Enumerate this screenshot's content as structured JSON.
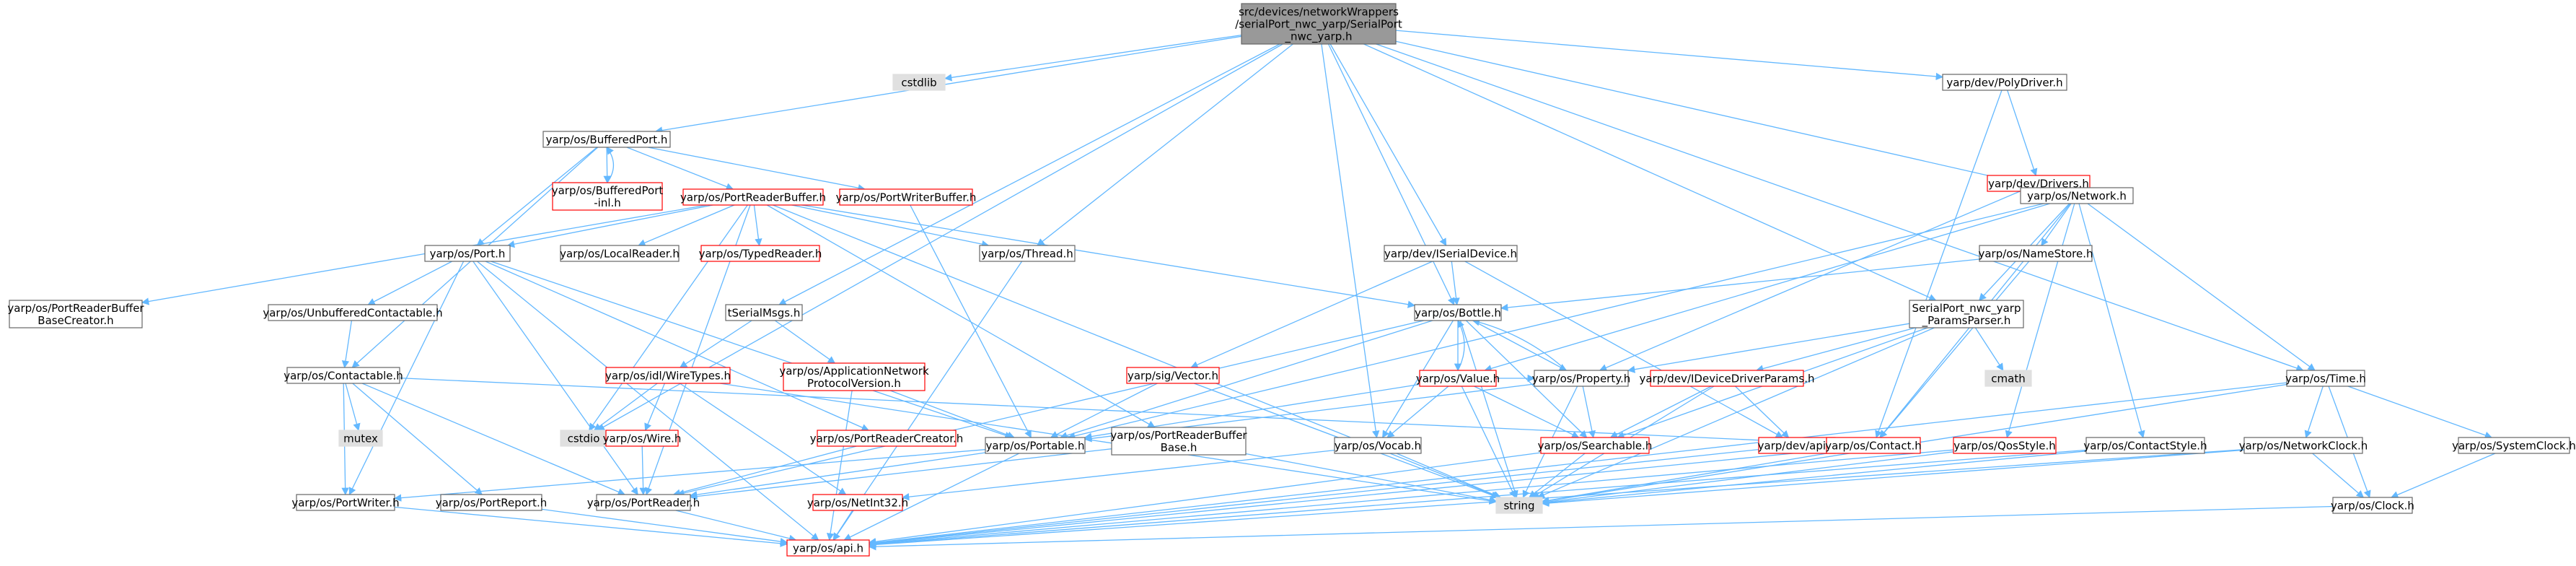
{
  "palette": {
    "edge": "#63b8ff",
    "node_border": "#666666",
    "node_fill": "#ffffff",
    "red_border": "#ff0000",
    "root_fill": "#999999",
    "grey_fill": "#e0e0e0",
    "text": "#000000"
  },
  "nodes": [
    {
      "id": "root",
      "lines": [
        "src/devices/networkWrappers",
        "/serialPort_nwc_yarp/SerialPort",
        "_nwc_yarp.h"
      ],
      "style": "root"
    },
    {
      "id": "cstdlib",
      "lines": [
        "cstdlib"
      ],
      "style": "grey"
    },
    {
      "id": "polydriver",
      "lines": [
        "yarp/dev/PolyDriver.h"
      ],
      "style": "normal"
    },
    {
      "id": "drivers",
      "lines": [
        "yarp/dev/Drivers.h"
      ],
      "style": "red"
    },
    {
      "id": "network",
      "lines": [
        "yarp/os/Network.h"
      ],
      "style": "normal"
    },
    {
      "id": "bufferedport",
      "lines": [
        "yarp/os/BufferedPort.h"
      ],
      "style": "normal"
    },
    {
      "id": "bufferedport_inl",
      "lines": [
        "yarp/os/BufferedPort",
        "-inl.h"
      ],
      "style": "red"
    },
    {
      "id": "portreaderbuffer",
      "lines": [
        "yarp/os/PortReaderBuffer.h"
      ],
      "style": "red"
    },
    {
      "id": "portwriterbuffer",
      "lines": [
        "yarp/os/PortWriterBuffer.h"
      ],
      "style": "red"
    },
    {
      "id": "port",
      "lines": [
        "yarp/os/Port.h"
      ],
      "style": "normal"
    },
    {
      "id": "localreader",
      "lines": [
        "yarp/os/LocalReader.h"
      ],
      "style": "normal"
    },
    {
      "id": "typedreader",
      "lines": [
        "yarp/os/TypedReader.h"
      ],
      "style": "red"
    },
    {
      "id": "thread",
      "lines": [
        "yarp/os/Thread.h"
      ],
      "style": "normal"
    },
    {
      "id": "iserialdevice",
      "lines": [
        "yarp/dev/ISerialDevice.h"
      ],
      "style": "normal"
    },
    {
      "id": "namestore",
      "lines": [
        "yarp/os/NameStore.h"
      ],
      "style": "normal"
    },
    {
      "id": "prbcreator",
      "lines": [
        "yarp/os/PortReaderBuffer",
        "BaseCreator.h"
      ],
      "style": "normal"
    },
    {
      "id": "unbuffered",
      "lines": [
        "yarp/os/UnbufferedContactable.h"
      ],
      "style": "normal"
    },
    {
      "id": "tserialmsgs",
      "lines": [
        "tSerialMsgs.h"
      ],
      "style": "normal"
    },
    {
      "id": "bottle",
      "lines": [
        "yarp/os/Bottle.h"
      ],
      "style": "normal"
    },
    {
      "id": "paramsparser",
      "lines": [
        "SerialPort_nwc_yarp",
        "_ParamsParser.h"
      ],
      "style": "normal"
    },
    {
      "id": "contactable",
      "lines": [
        "yarp/os/Contactable.h"
      ],
      "style": "normal"
    },
    {
      "id": "wiretypes",
      "lines": [
        "yarp/os/idl/WireTypes.h"
      ],
      "style": "red"
    },
    {
      "id": "appnetproto",
      "lines": [
        "yarp/os/ApplicationNetwork",
        "ProtocolVersion.h"
      ],
      "style": "red"
    },
    {
      "id": "vector",
      "lines": [
        "yarp/sig/Vector.h"
      ],
      "style": "red"
    },
    {
      "id": "value",
      "lines": [
        "yarp/os/Value.h"
      ],
      "style": "red"
    },
    {
      "id": "property",
      "lines": [
        "yarp/os/Property.h"
      ],
      "style": "normal"
    },
    {
      "id": "idriverparams",
      "lines": [
        "yarp/dev/IDeviceDriverParams.h"
      ],
      "style": "red"
    },
    {
      "id": "cmath",
      "lines": [
        "cmath"
      ],
      "style": "grey"
    },
    {
      "id": "time",
      "lines": [
        "yarp/os/Time.h"
      ],
      "style": "normal"
    },
    {
      "id": "mutex",
      "lines": [
        "mutex"
      ],
      "style": "grey"
    },
    {
      "id": "cstdio",
      "lines": [
        "cstdio"
      ],
      "style": "grey"
    },
    {
      "id": "wire",
      "lines": [
        "yarp/os/Wire.h"
      ],
      "style": "red"
    },
    {
      "id": "portreadercreator",
      "lines": [
        "yarp/os/PortReaderCreator.h"
      ],
      "style": "red"
    },
    {
      "id": "portable",
      "lines": [
        "yarp/os/Portable.h"
      ],
      "style": "normal"
    },
    {
      "id": "prbbase",
      "lines": [
        "yarp/os/PortReaderBuffer",
        "Base.h"
      ],
      "style": "normal"
    },
    {
      "id": "vocab",
      "lines": [
        "yarp/os/Vocab.h"
      ],
      "style": "normal"
    },
    {
      "id": "searchable",
      "lines": [
        "yarp/os/Searchable.h"
      ],
      "style": "red"
    },
    {
      "id": "devapi",
      "lines": [
        "yarp/dev/api.h"
      ],
      "style": "red"
    },
    {
      "id": "contact",
      "lines": [
        "yarp/os/Contact.h"
      ],
      "style": "red"
    },
    {
      "id": "qosstyle",
      "lines": [
        "yarp/os/QosStyle.h"
      ],
      "style": "red"
    },
    {
      "id": "contactstyle",
      "lines": [
        "yarp/os/ContactStyle.h"
      ],
      "style": "normal"
    },
    {
      "id": "networkclock",
      "lines": [
        "yarp/os/NetworkClock.h"
      ],
      "style": "normal"
    },
    {
      "id": "systemclock",
      "lines": [
        "yarp/os/SystemClock.h"
      ],
      "style": "normal"
    },
    {
      "id": "portwriter",
      "lines": [
        "yarp/os/PortWriter.h"
      ],
      "style": "normal"
    },
    {
      "id": "portreport",
      "lines": [
        "yarp/os/PortReport.h"
      ],
      "style": "normal"
    },
    {
      "id": "portreader",
      "lines": [
        "yarp/os/PortReader.h"
      ],
      "style": "normal"
    },
    {
      "id": "netint32",
      "lines": [
        "yarp/os/NetInt32.h"
      ],
      "style": "red"
    },
    {
      "id": "string",
      "lines": [
        "string"
      ],
      "style": "grey"
    },
    {
      "id": "clock",
      "lines": [
        "yarp/os/Clock.h"
      ],
      "style": "normal"
    },
    {
      "id": "osapi",
      "lines": [
        "yarp/os/api.h"
      ],
      "style": "red"
    }
  ],
  "edges": [
    [
      "root",
      "cstdlib"
    ],
    [
      "root",
      "polydriver"
    ],
    [
      "root",
      "network"
    ],
    [
      "root",
      "bufferedport"
    ],
    [
      "root",
      "thread"
    ],
    [
      "root",
      "iserialdevice"
    ],
    [
      "root",
      "tserialmsgs"
    ],
    [
      "root",
      "bottle"
    ],
    [
      "root",
      "paramsparser"
    ],
    [
      "root",
      "time"
    ],
    [
      "root",
      "cstdio"
    ],
    [
      "root",
      "vocab"
    ],
    [
      "polydriver",
      "drivers"
    ],
    [
      "polydriver",
      "contact"
    ],
    [
      "drivers",
      "network"
    ],
    [
      "drivers",
      "property"
    ],
    [
      "bufferedport",
      "bufferedport_inl"
    ],
    [
      "bufferedport_inl",
      "bufferedport"
    ],
    [
      "bufferedport",
      "portreaderbuffer"
    ],
    [
      "bufferedport",
      "portwriterbuffer"
    ],
    [
      "bufferedport",
      "port"
    ],
    [
      "bufferedport",
      "contactable"
    ],
    [
      "portreaderbuffer",
      "prbcreator"
    ],
    [
      "portreaderbuffer",
      "port"
    ],
    [
      "portreaderbuffer",
      "localreader"
    ],
    [
      "portreaderbuffer",
      "typedreader"
    ],
    [
      "portreaderbuffer",
      "thread"
    ],
    [
      "portreaderbuffer",
      "bottle"
    ],
    [
      "portreaderbuffer",
      "prbbase"
    ],
    [
      "portreaderbuffer",
      "portreader"
    ],
    [
      "portreaderbuffer",
      "cstdio"
    ],
    [
      "portreaderbuffer",
      "string"
    ],
    [
      "portwriterbuffer",
      "portable"
    ],
    [
      "port",
      "unbuffered"
    ],
    [
      "port",
      "portwriter"
    ],
    [
      "port",
      "portreader"
    ],
    [
      "port",
      "portable"
    ],
    [
      "port",
      "portreadercreator"
    ],
    [
      "port",
      "osapi"
    ],
    [
      "unbuffered",
      "contactable"
    ],
    [
      "contactable",
      "mutex"
    ],
    [
      "contactable",
      "contact"
    ],
    [
      "contactable",
      "portwriter"
    ],
    [
      "contactable",
      "portreport"
    ],
    [
      "contactable",
      "portreader"
    ],
    [
      "thread",
      "osapi"
    ],
    [
      "iserialdevice",
      "bottle"
    ],
    [
      "iserialdevice",
      "vector"
    ],
    [
      "iserialdevice",
      "devapi"
    ],
    [
      "tserialmsgs",
      "wiretypes"
    ],
    [
      "tserialmsgs",
      "appnetproto"
    ],
    [
      "wiretypes",
      "cstdio"
    ],
    [
      "wiretypes",
      "wire"
    ],
    [
      "wiretypes",
      "netint32"
    ],
    [
      "wiretypes",
      "string"
    ],
    [
      "appnetproto",
      "portable"
    ],
    [
      "appnetproto",
      "osapi"
    ],
    [
      "vector",
      "portable"
    ],
    [
      "vector",
      "string"
    ],
    [
      "network",
      "namestore"
    ],
    [
      "network",
      "paramsparser"
    ],
    [
      "network",
      "time"
    ],
    [
      "network",
      "portable"
    ],
    [
      "network",
      "contact"
    ],
    [
      "network",
      "qosstyle"
    ],
    [
      "network",
      "contactstyle"
    ],
    [
      "network",
      "value"
    ],
    [
      "namestore",
      "bottle"
    ],
    [
      "namestore",
      "contact"
    ],
    [
      "paramsparser",
      "idriverparams"
    ],
    [
      "paramsparser",
      "cmath"
    ],
    [
      "paramsparser",
      "property"
    ],
    [
      "paramsparser",
      "searchable"
    ],
    [
      "paramsparser",
      "string"
    ],
    [
      "bottle",
      "value"
    ],
    [
      "bottle",
      "property"
    ],
    [
      "bottle",
      "searchable"
    ],
    [
      "bottle",
      "portable"
    ],
    [
      "bottle",
      "vocab"
    ],
    [
      "bottle",
      "string"
    ],
    [
      "bottle",
      "portreader"
    ],
    [
      "value",
      "bottle"
    ],
    [
      "value",
      "property"
    ],
    [
      "value",
      "searchable"
    ],
    [
      "value",
      "portable"
    ],
    [
      "value",
      "vocab"
    ],
    [
      "value",
      "string"
    ],
    [
      "property",
      "bottle"
    ],
    [
      "property",
      "searchable"
    ],
    [
      "property",
      "portable"
    ],
    [
      "property",
      "string"
    ],
    [
      "idriverparams",
      "searchable"
    ],
    [
      "idriverparams",
      "devapi"
    ],
    [
      "idriverparams",
      "string"
    ],
    [
      "portable",
      "portwriter"
    ],
    [
      "portable",
      "portreader"
    ],
    [
      "portable",
      "osapi"
    ],
    [
      "prbbase",
      "portreader"
    ],
    [
      "prbbase",
      "string"
    ],
    [
      "vocab",
      "netint32"
    ],
    [
      "vocab",
      "string"
    ],
    [
      "searchable",
      "string"
    ],
    [
      "searchable",
      "osapi"
    ],
    [
      "devapi",
      "osapi"
    ],
    [
      "contact",
      "string"
    ],
    [
      "contact",
      "osapi"
    ],
    [
      "qosstyle",
      "string"
    ],
    [
      "qosstyle",
      "osapi"
    ],
    [
      "contactstyle",
      "string"
    ],
    [
      "contactstyle",
      "osapi"
    ],
    [
      "time",
      "networkclock"
    ],
    [
      "time",
      "systemclock"
    ],
    [
      "time",
      "clock"
    ],
    [
      "time",
      "string"
    ],
    [
      "time",
      "osapi"
    ],
    [
      "networkclock",
      "clock"
    ],
    [
      "networkclock",
      "string"
    ],
    [
      "networkclock",
      "osapi"
    ],
    [
      "systemclock",
      "clock"
    ],
    [
      "clock",
      "osapi"
    ],
    [
      "portwriter",
      "osapi"
    ],
    [
      "portreport",
      "osapi"
    ],
    [
      "portreader",
      "osapi"
    ],
    [
      "netint32",
      "osapi"
    ],
    [
      "wire",
      "portreader"
    ],
    [
      "portreadercreator",
      "portreader"
    ]
  ]
}
